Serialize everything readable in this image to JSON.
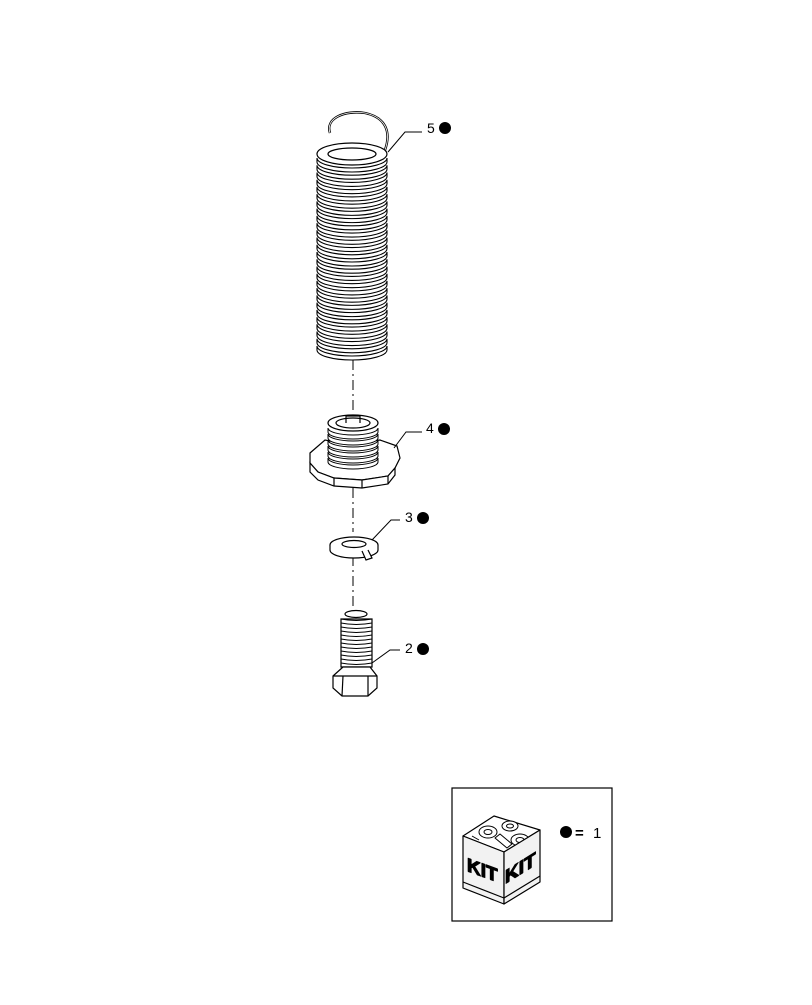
{
  "callouts": [
    {
      "id": "5",
      "label": "5",
      "marker": "filled-circle"
    },
    {
      "id": "4",
      "label": "4",
      "marker": "filled-circle"
    },
    {
      "id": "3",
      "label": "3",
      "marker": "filled-circle"
    },
    {
      "id": "2",
      "label": "2",
      "marker": "filled-circle"
    }
  ],
  "parts": [
    {
      "callout": "5",
      "kind": "extension-spring",
      "icon": "spring-icon"
    },
    {
      "callout": "4",
      "kind": "hex-adjuster-bushing",
      "icon": "hex-bushing-icon"
    },
    {
      "callout": "3",
      "kind": "lock-washer",
      "icon": "lock-washer-icon"
    },
    {
      "callout": "2",
      "kind": "hex-bolt",
      "icon": "hex-bolt-icon"
    }
  ],
  "legend": {
    "box_label_left": "KIT",
    "box_label_right": "KIT",
    "equals_sign": "=",
    "quantity": "1",
    "marker": "filled-circle",
    "icon": "kit-box-icon"
  },
  "colors": {
    "line": "#000000",
    "background": "#ffffff",
    "shade": "#f2f2f2"
  }
}
